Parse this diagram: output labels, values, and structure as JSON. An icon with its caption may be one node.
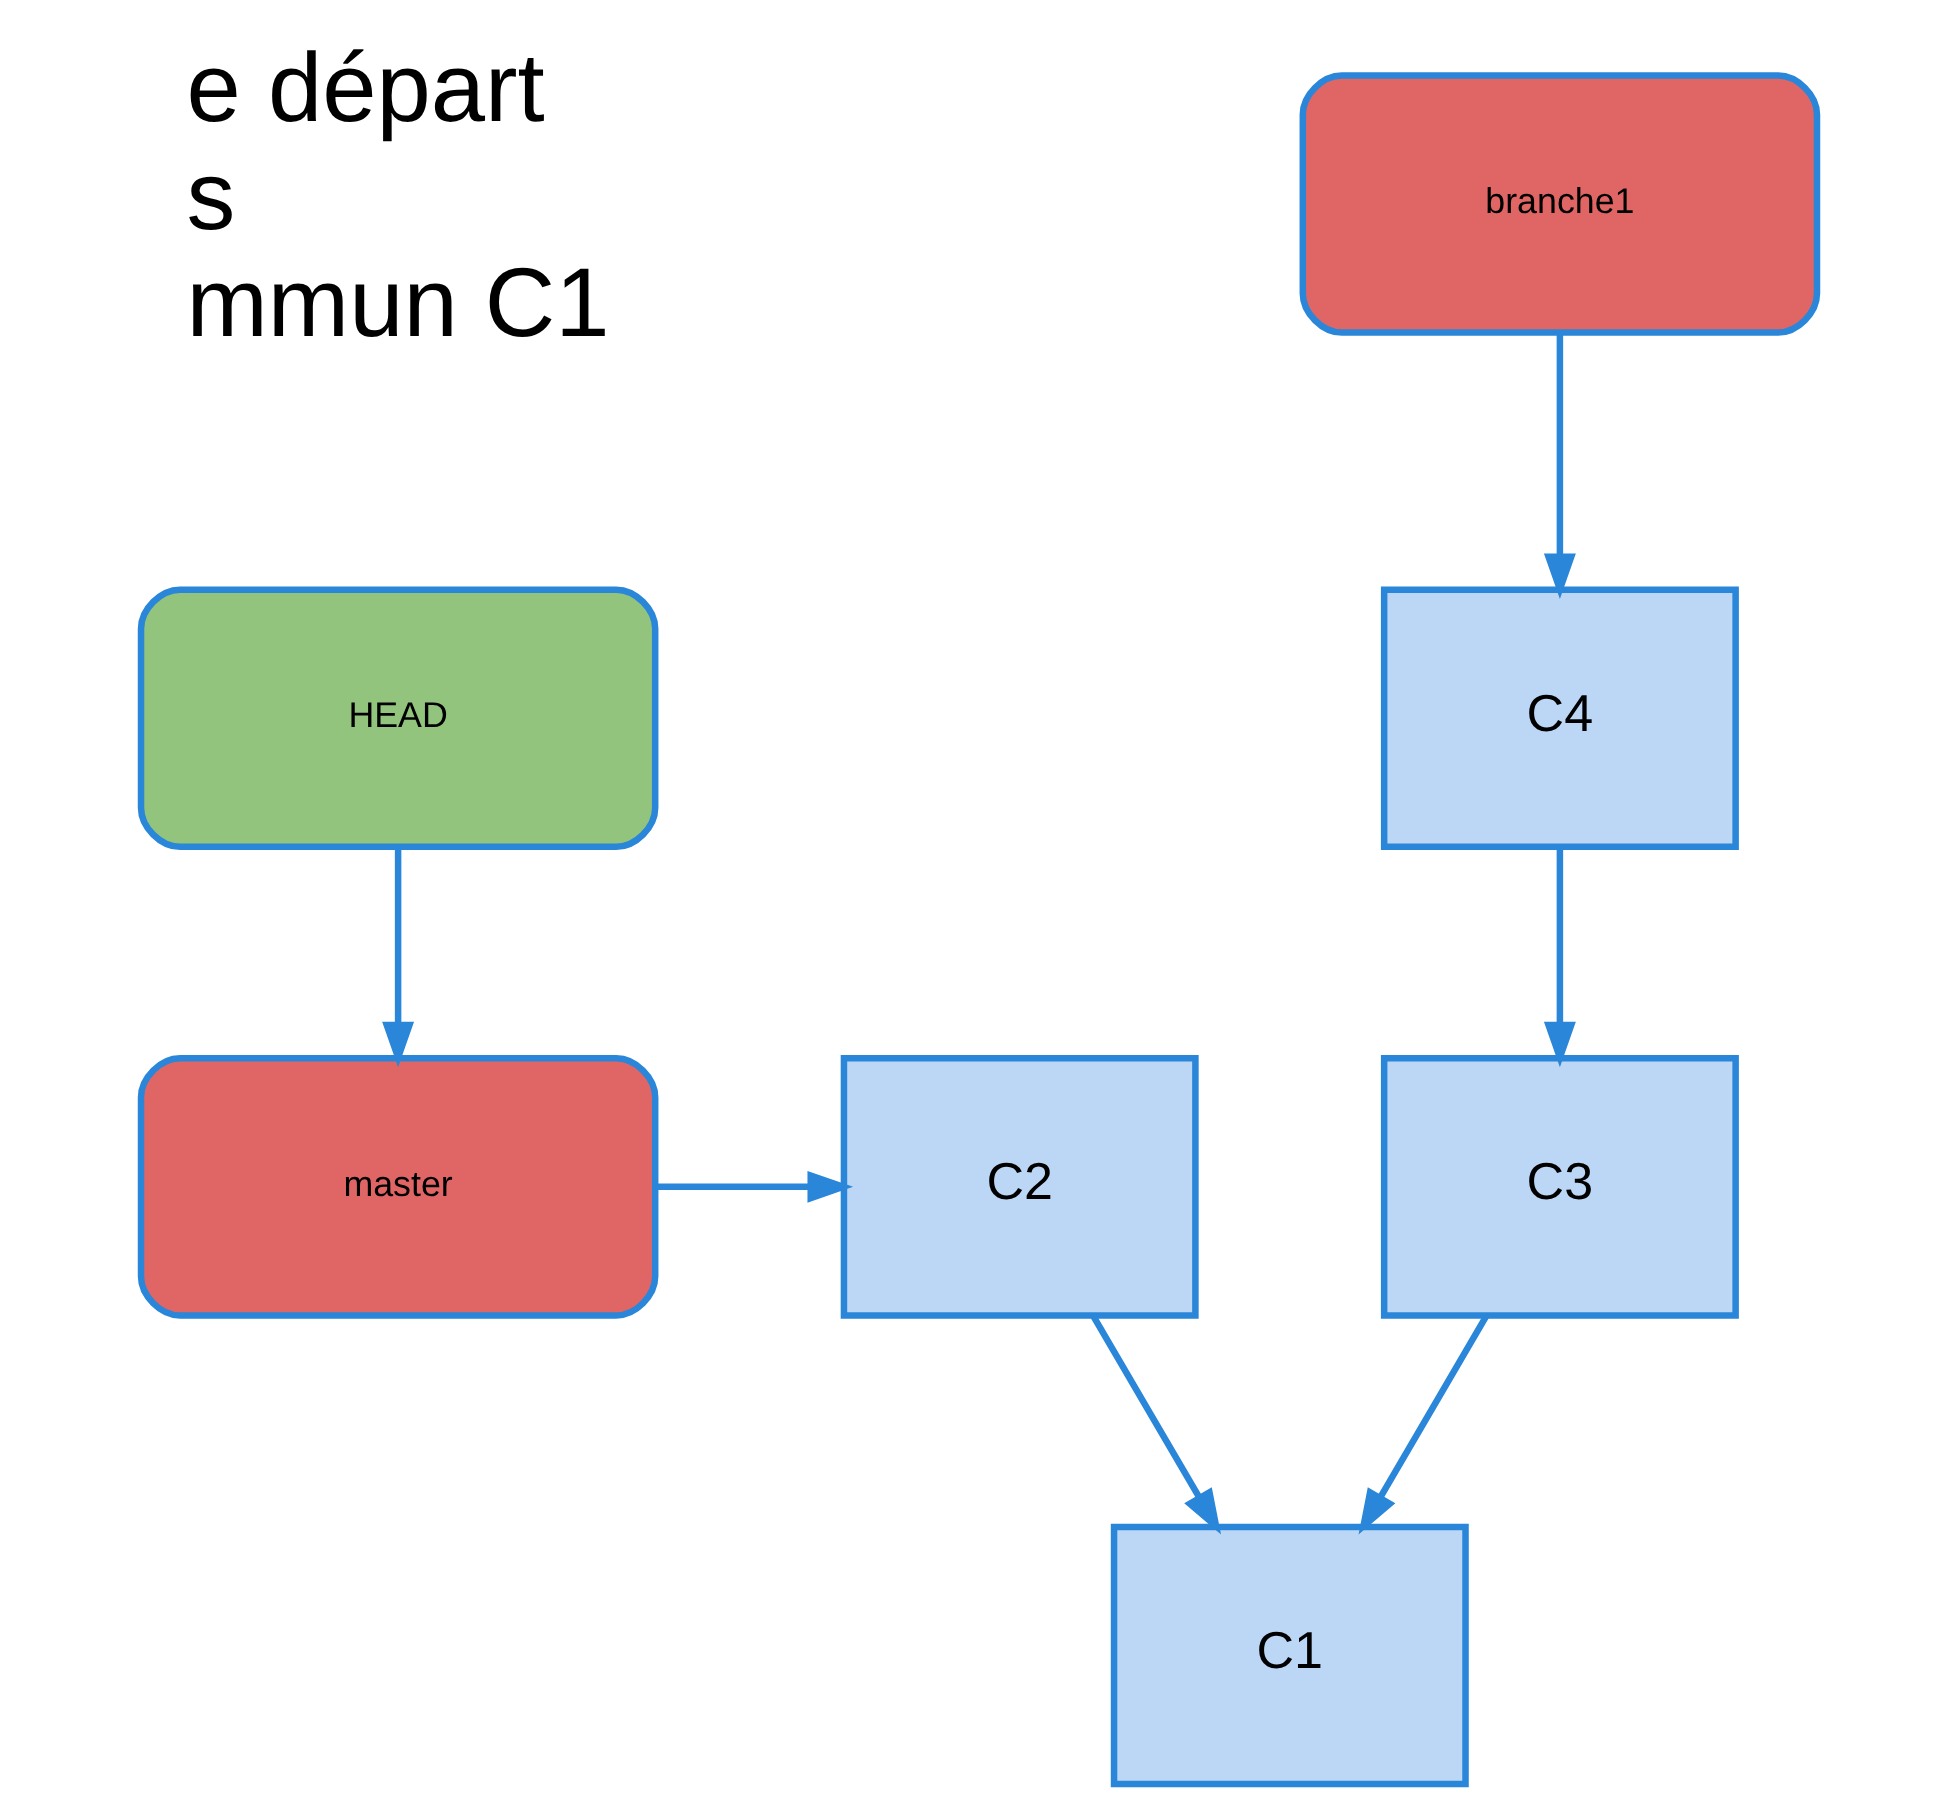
{
  "diagram": {
    "nodes": [
      {
        "text": [
          "branche1"
        ]
      },
      {
        "text": [
          "HEAD"
        ]
      },
      {
        "text": [
          "C4"
        ]
      },
      {
        "text": [
          "master"
        ]
      },
      {
        "text": [
          "C2"
        ]
      },
      {
        "text": [
          "C3"
        ]
      },
      {
        "text": [
          "C1"
        ]
      }
    ],
    "edges": [
      {
        "from": 0,
        "to": 2,
        "arrow": "to"
      },
      {
        "from": 1,
        "to": 3,
        "arrow": "to"
      },
      {
        "from": 2,
        "to": 5,
        "arrow": "to"
      },
      {
        "from": 3,
        "to": 4,
        "arrow": "to"
      },
      {
        "from": 4,
        "to": 6,
        "arrow": "to"
      },
      {
        "from": 5,
        "to": 6,
        "arrow": "to"
      }
    ],
    "labels": [
      "e départ",
      "s",
      "mmun C1"
    ]
  }
}
